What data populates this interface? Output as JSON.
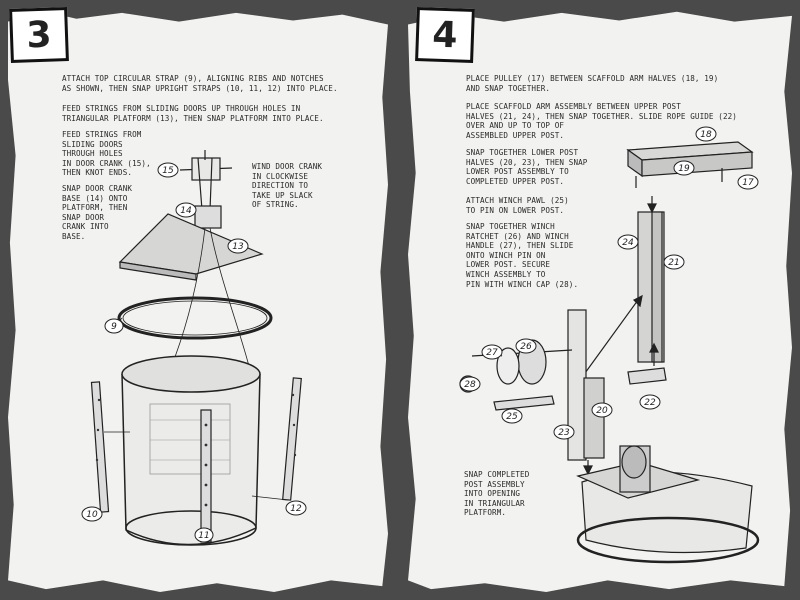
{
  "left": {
    "step": "3",
    "instructions": [
      "ATTACH TOP CIRCULAR STRAP (9), ALIGNING RIBS AND NOTCHES\nAS SHOWN, THEN SNAP UPRIGHT STRAPS (10, 11, 12) INTO PLACE.",
      "FEED STRINGS FROM SLIDING DOORS UP THROUGH HOLES IN\nTRIANGULAR PLATFORM (13), THEN SNAP PLATFORM INTO PLACE.",
      "FEED STRINGS FROM\nSLIDING DOORS\nTHROUGH HOLES\nIN DOOR CRANK (15),\nTHEN KNOT ENDS.",
      "SNAP DOOR CRANK\nBASE (14) ONTO\nPLATFORM, THEN\nSNAP DOOR\nCRANK INTO\nBASE.",
      "WIND DOOR CRANK\nIN CLOCKWISE\nDIRECTION TO\nTAKE UP SLACK\nOF STRING."
    ],
    "callouts": [
      "15",
      "14",
      "13",
      "9",
      "10",
      "11",
      "12"
    ]
  },
  "right": {
    "step": "4",
    "instructions": [
      "PLACE PULLEY (17) BETWEEN SCAFFOLD ARM HALVES (18, 19)\nAND SNAP TOGETHER.",
      "PLACE SCAFFOLD ARM ASSEMBLY BETWEEN UPPER POST\nHALVES (21, 24), THEN SNAP TOGETHER. SLIDE ROPE GUIDE (22)\nOVER AND UP TO TOP OF\nASSEMBLED UPPER POST.",
      "SNAP TOGETHER LOWER POST\nHALVES (20, 23), THEN SNAP\nLOWER POST ASSEMBLY TO\nCOMPLETED UPPER POST.",
      "ATTACH WINCH PAWL (25)\nTO PIN ON LOWER POST.",
      "SNAP TOGETHER WINCH\nRATCHET (26) AND WINCH\nHANDLE (27), THEN SLIDE\nONTO WINCH PIN ON\nLOWER POST. SECURE\nWINCH ASSEMBLY TO\nPIN WITH WINCH CAP (28).",
      "SNAP COMPLETED\nPOST ASSEMBLY\nINTO OPENING\nIN TRIANGULAR\nPLATFORM."
    ],
    "callouts": [
      "18",
      "19",
      "17",
      "24",
      "21",
      "22",
      "27",
      "26",
      "28",
      "25",
      "20",
      "23"
    ]
  }
}
